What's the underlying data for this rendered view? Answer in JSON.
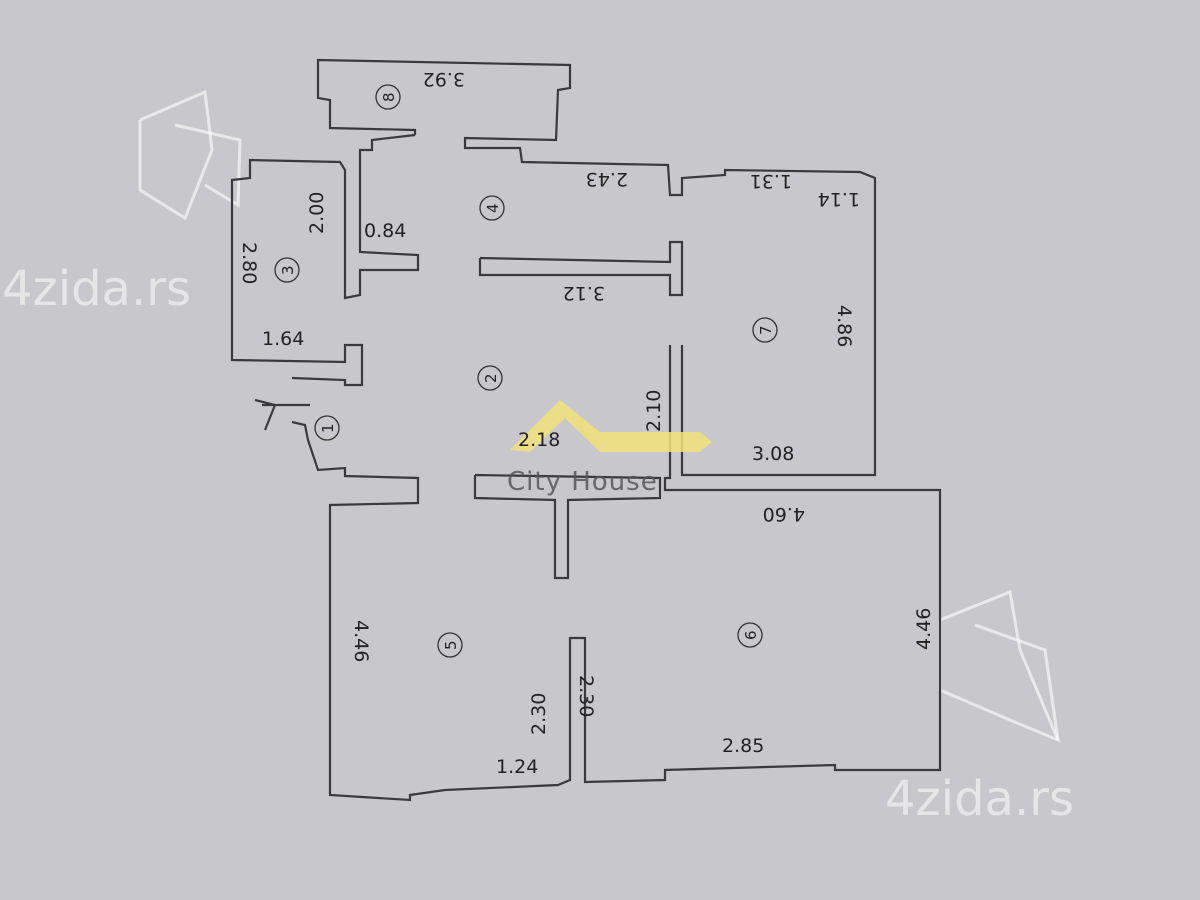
{
  "rooms": [
    {
      "number": "1"
    },
    {
      "number": "2"
    },
    {
      "number": "3"
    },
    {
      "number": "4"
    },
    {
      "number": "5"
    },
    {
      "number": "6"
    },
    {
      "number": "7"
    },
    {
      "number": "8"
    }
  ],
  "dimensions": {
    "room8_width": "3.92",
    "room4_width": "2.43",
    "room7_top": "1.31",
    "room7_corner": "1.14",
    "room3_inner": "2.00",
    "room3_side": "2.80",
    "corridor_width": "0.84",
    "partition": "3.12",
    "room3_bottom": "1.64",
    "room7_height": "4.86",
    "room7_side": "2.10",
    "hall_width": "2.18",
    "room7_bottom": "3.08",
    "room6_top": "4.60",
    "room5_height": "4.46",
    "room6_height": "4.46",
    "room5_inner": "2.30",
    "room6_inner": "2.30",
    "room5_bottom": "1.24",
    "room6_bottom": "2.85"
  },
  "logo": {
    "name": "City House",
    "color": "#f2e27a"
  },
  "watermark": {
    "text": "4zida.rs"
  },
  "colors": {
    "paper": "#c8c7cb",
    "lines": "#3a3a3e"
  }
}
